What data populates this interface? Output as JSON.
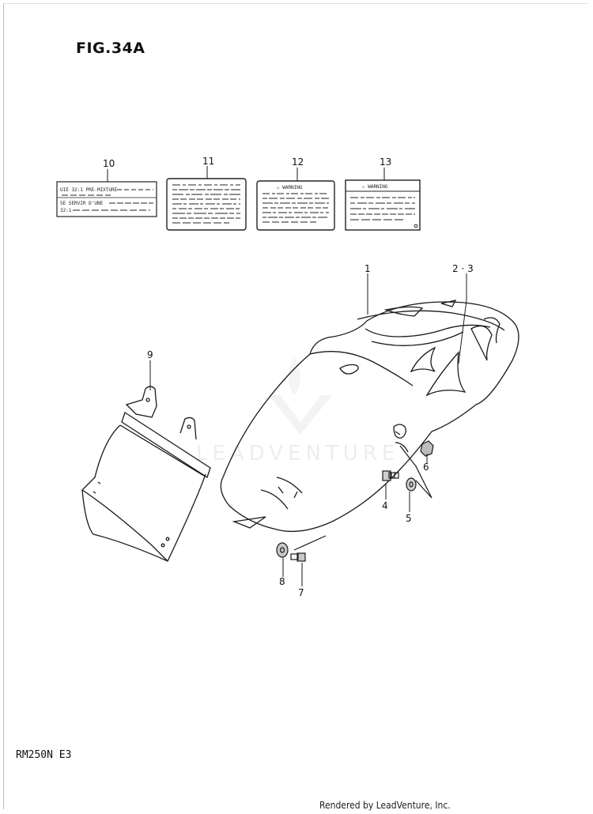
{
  "figure": {
    "title": "FIG.34A"
  },
  "footer": {
    "model": "RM250N  E3",
    "rendered_by": "Rendered by LeadVenture, Inc."
  },
  "watermark": {
    "text": "LEADVENTURE"
  },
  "callouts": {
    "c1": "1",
    "c23": "2 · 3",
    "c4": "4",
    "c5": "5",
    "c6": "6",
    "c7": "7",
    "c8": "8",
    "c9": "9",
    "c10": "10",
    "c11": "11",
    "c12": "12",
    "c13": "13"
  },
  "labels": {
    "label10_line1": "UIE 32:1 PRE-MIXTURE",
    "label10_line2": "SE SERVIR D'UNE",
    "label10_line3": "32:1",
    "label12_title": "⚠ WARNING",
    "label13_title": "⚠ WARNING"
  }
}
